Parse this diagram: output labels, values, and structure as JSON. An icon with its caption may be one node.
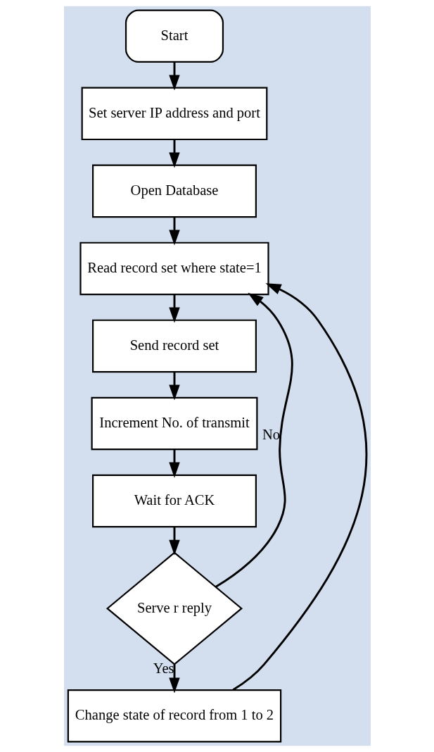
{
  "diagram": {
    "nodes": [
      {
        "text": [
          "Start"
        ]
      },
      {
        "text": [
          "Set server IP address and port"
        ]
      },
      {
        "text": [
          "Open Database"
        ]
      },
      {
        "text": [
          "Read record set where state=1"
        ]
      },
      {
        "text": [
          "Send record set"
        ]
      },
      {
        "text": [
          "Increment No. of transmit"
        ]
      },
      {
        "text": [
          "Wait for ACK"
        ]
      },
      {
        "text": [
          "Serve r reply"
        ]
      },
      {
        "text": [
          "Change state of record from 1 to 2"
        ]
      }
    ],
    "edges": [
      {
        "from": 0,
        "to": 1,
        "arrow": "to"
      },
      {
        "from": 1,
        "to": 2,
        "arrow": "to"
      },
      {
        "from": 2,
        "to": 3,
        "arrow": "to"
      },
      {
        "from": 3,
        "to": 4,
        "arrow": "to"
      },
      {
        "from": 4,
        "to": 5,
        "arrow": "to"
      },
      {
        "from": 5,
        "to": 6,
        "arrow": "to"
      },
      {
        "from": 6,
        "to": 7,
        "arrow": "to"
      },
      {
        "from": 7,
        "to": 3,
        "label": "No",
        "arrow": "to"
      },
      {
        "from": 7,
        "to": 8,
        "label": "Yes",
        "arrow": "to"
      },
      {
        "from": 8,
        "to": 3,
        "arrow": "to"
      }
    ]
  }
}
